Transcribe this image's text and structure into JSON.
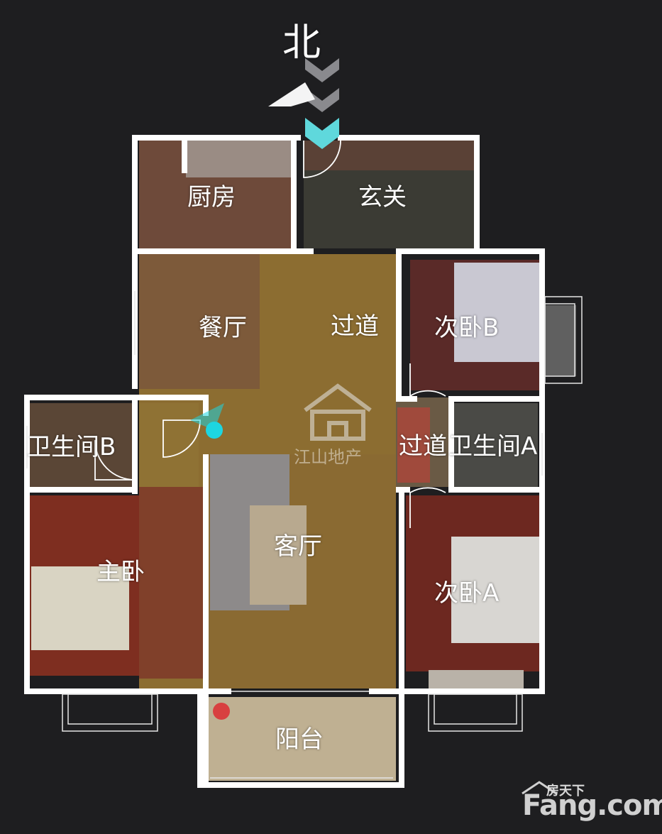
{
  "compass": {
    "label": "北",
    "icon": "north-arrow-icon"
  },
  "rooms": [
    {
      "id": "kitchen",
      "label": "厨房"
    },
    {
      "id": "entrance",
      "label": "玄关"
    },
    {
      "id": "dining",
      "label": "餐厅"
    },
    {
      "id": "corridor-1",
      "label": "过道"
    },
    {
      "id": "bedroom-b",
      "label": "次卧B"
    },
    {
      "id": "bathroom-b",
      "label": "卫生间B"
    },
    {
      "id": "corridor-2",
      "label": "过道"
    },
    {
      "id": "bathroom-a",
      "label": "卫生间A"
    },
    {
      "id": "master-bedroom",
      "label": "主卧"
    },
    {
      "id": "living-room",
      "label": "客厅"
    },
    {
      "id": "bedroom-a",
      "label": "次卧A"
    },
    {
      "id": "balcony",
      "label": "阳台"
    }
  ],
  "viewpoint": {
    "icon": "viewpoint-marker-icon",
    "color": "#1ed6e0"
  },
  "watermark": {
    "text": "江山地产",
    "icon": "house-watermark-icon"
  },
  "brand": {
    "small": "房天下",
    "big": "Fang.com",
    "icon": "fang-logo-icon"
  },
  "colors": {
    "background": "#1e1e20",
    "wall": "#ffffff",
    "accent": "#1ed6e0"
  }
}
